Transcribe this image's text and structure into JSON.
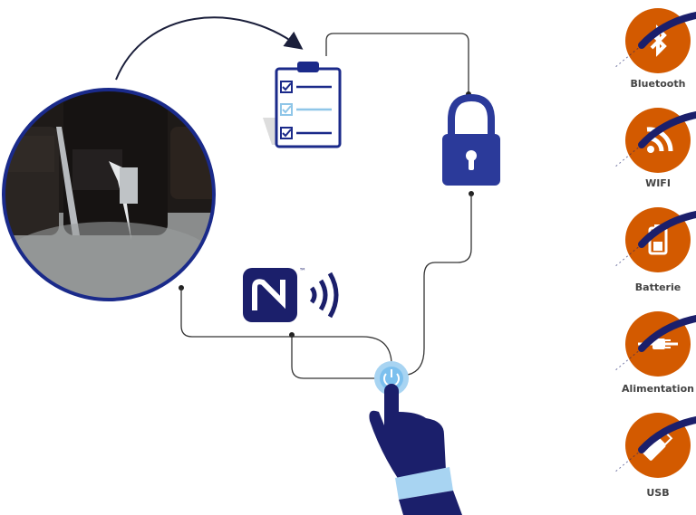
{
  "colors": {
    "navy": "#1b1f6b",
    "accent_blue": "#2b3a9a",
    "orange": "#d35a00",
    "light_blue": "#a8d4f2"
  },
  "features": [
    {
      "label": "Bluetooth",
      "icon": "bluetooth-icon"
    },
    {
      "label": "WIFI",
      "icon": "wifi-icon"
    },
    {
      "label": "Batterie",
      "icon": "battery-icon"
    },
    {
      "label": "Alimentation",
      "icon": "power-plug-icon"
    },
    {
      "label": "USB",
      "icon": "usb-icon"
    }
  ],
  "nfc_logo": {
    "trademark": "™"
  }
}
